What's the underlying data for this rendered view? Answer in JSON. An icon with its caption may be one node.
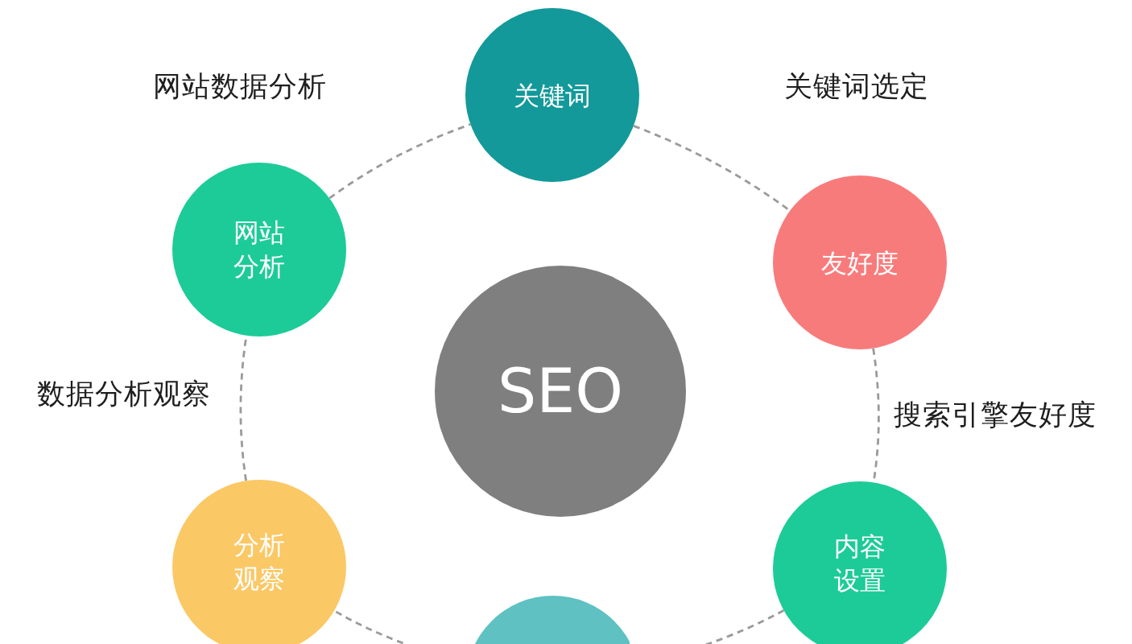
{
  "diagram": {
    "nodes": [
      {
        "text": [
          "关键词"
        ]
      },
      {
        "text": [
          "网站分析"
        ]
      },
      {
        "text": [
          "友好度"
        ]
      },
      {
        "text": [
          "SEO"
        ]
      },
      {
        "text": [
          "分析观察"
        ]
      },
      {
        "text": [
          "内容设置"
        ]
      },
      {
        "text": [],
        "shape": "circle"
      }
    ],
    "edges": [
      {
        "from": 0,
        "to": 2,
        "arrow": "none",
        "style": "dashed"
      },
      {
        "from": 2,
        "to": 5,
        "arrow": "none",
        "style": "dashed"
      },
      {
        "from": 5,
        "to": 6,
        "arrow": "none",
        "style": "dashed"
      },
      {
        "from": 6,
        "to": 4,
        "arrow": "none",
        "style": "dashed"
      },
      {
        "from": 4,
        "to": 1,
        "arrow": "none",
        "style": "dashed"
      },
      {
        "from": 1,
        "to": 0,
        "arrow": "none",
        "style": "dashed"
      }
    ],
    "labels": [
      "网站数据分析",
      "关键词选定",
      "数据分析观察",
      "搜索引擎友好度"
    ]
  }
}
